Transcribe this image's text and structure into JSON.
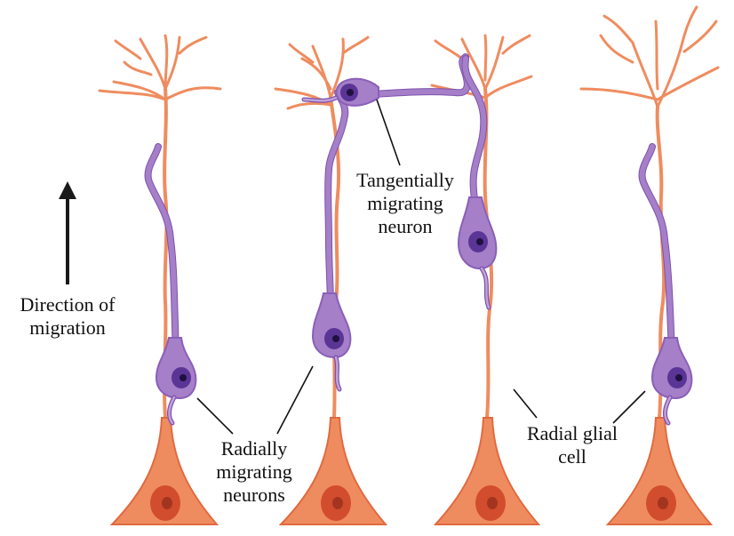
{
  "labels": {
    "direction_line1": "Direction of",
    "direction_line2": "migration",
    "tangential_line1": "Tangentially",
    "tangential_line2": "migrating",
    "tangential_line3": "neuron",
    "radial_neurons_line1": "Radially",
    "radial_neurons_line2": "migrating",
    "radial_neurons_line3": "neurons",
    "radial_glial_line1": "Radial glial",
    "radial_glial_line2": "cell"
  },
  "colors": {
    "glia": "#ef8c5f",
    "glia_nucleus": "#d24d2d",
    "neuron": "#a57fc8",
    "neuron_nucleus": "#5a3596",
    "text": "#111111"
  }
}
